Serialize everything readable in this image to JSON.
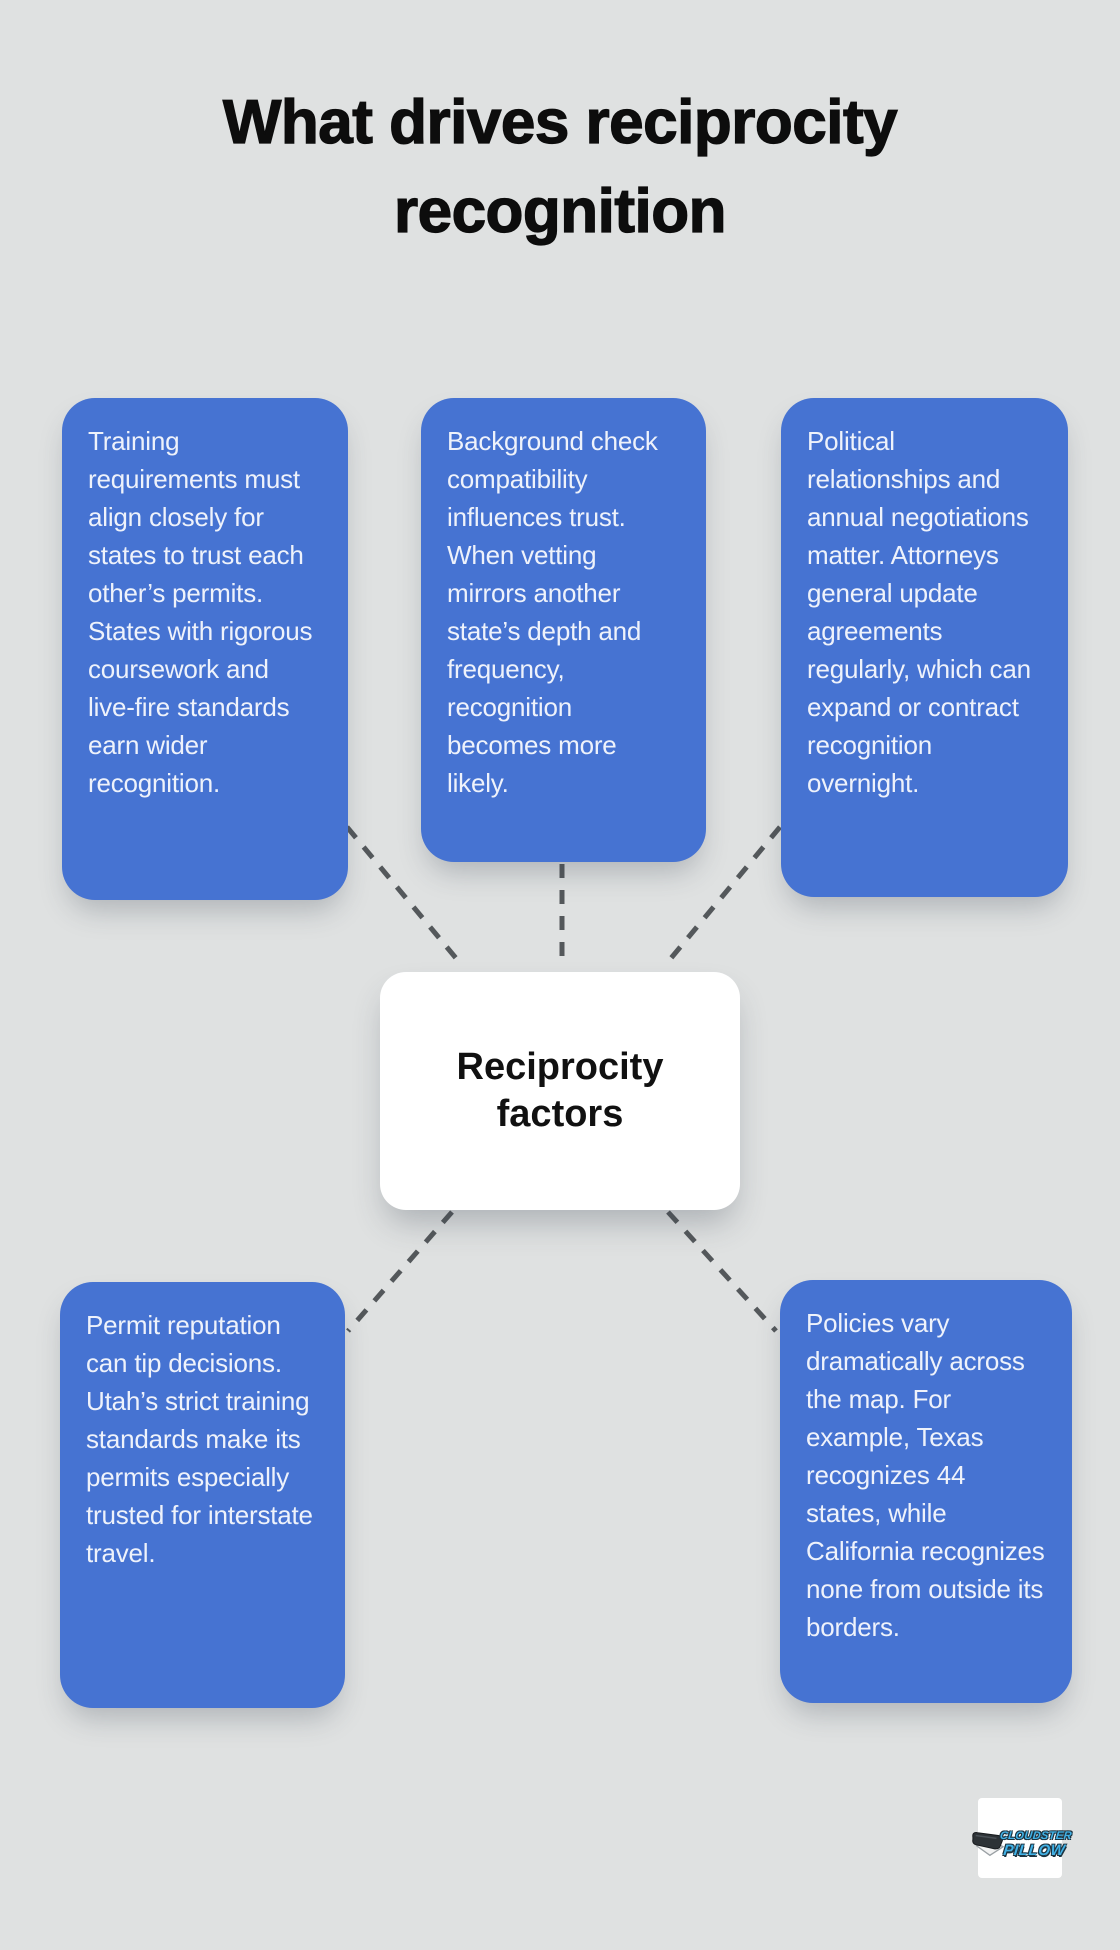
{
  "title": "What drives reciprocity recognition",
  "center": {
    "label": "Reciprocity factors"
  },
  "factors": [
    {
      "id": "training",
      "text": "Training requirements must align closely for states to trust each other’s permits. States with rigorous coursework and live-fire standards earn wider recognition."
    },
    {
      "id": "background-check",
      "text": "Background check compatibility influences trust. When vetting mirrors another state’s depth and frequency, recognition becomes more likely."
    },
    {
      "id": "political",
      "text": "Political relationships and annual negotiations matter. Attorneys general update agreements regularly, which can expand or contract recognition overnight."
    },
    {
      "id": "permit-reputation",
      "text": "Permit reputation can tip decisions. Utah’s strict training standards make its permits especially trusted for interstate travel."
    },
    {
      "id": "policy-variation",
      "text": "Policies vary dramatically across the map. For example, Texas recognizes 44 states, while California recognizes none from outside its borders."
    }
  ],
  "logo": {
    "brand_line1": "CLOUDSTER",
    "brand_line2": "PILLOW"
  },
  "colors": {
    "background": "#dfe1e1",
    "card_blue": "#4673d2",
    "card_text": "#eef2fb",
    "node_bg": "#ffffff",
    "node_text": "#111111",
    "connector": "#54585b",
    "title_text": "#0d0d0d",
    "logo_blue": "#41b1e6"
  }
}
